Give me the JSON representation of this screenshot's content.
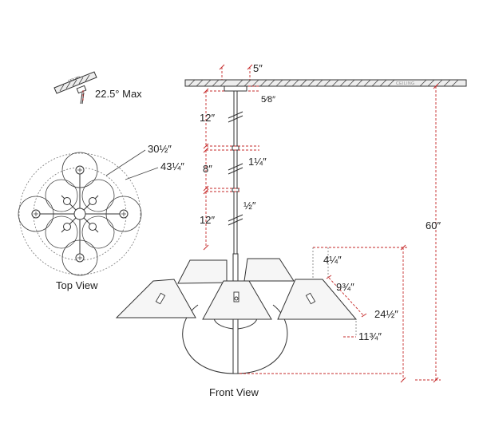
{
  "labels": {
    "top_view": "Top View",
    "front_view": "Front View",
    "ceiling_tag": "CEILING",
    "max_tilt": "22.5° Max"
  },
  "dimensions": {
    "stem_top": "5″",
    "canopy_gap": "5⁄8″",
    "stem_1": "12″",
    "stem_2": "8″",
    "stem_3": "12″",
    "joint_1": "1¼″",
    "joint_2": "½″",
    "overall": "60″",
    "body_height": "24½″",
    "shade_top": "4¼″",
    "shade_slant": "9¾″",
    "shade_bottom": "11¾″",
    "top_inner": "30½″",
    "top_outer": "43¼″"
  }
}
